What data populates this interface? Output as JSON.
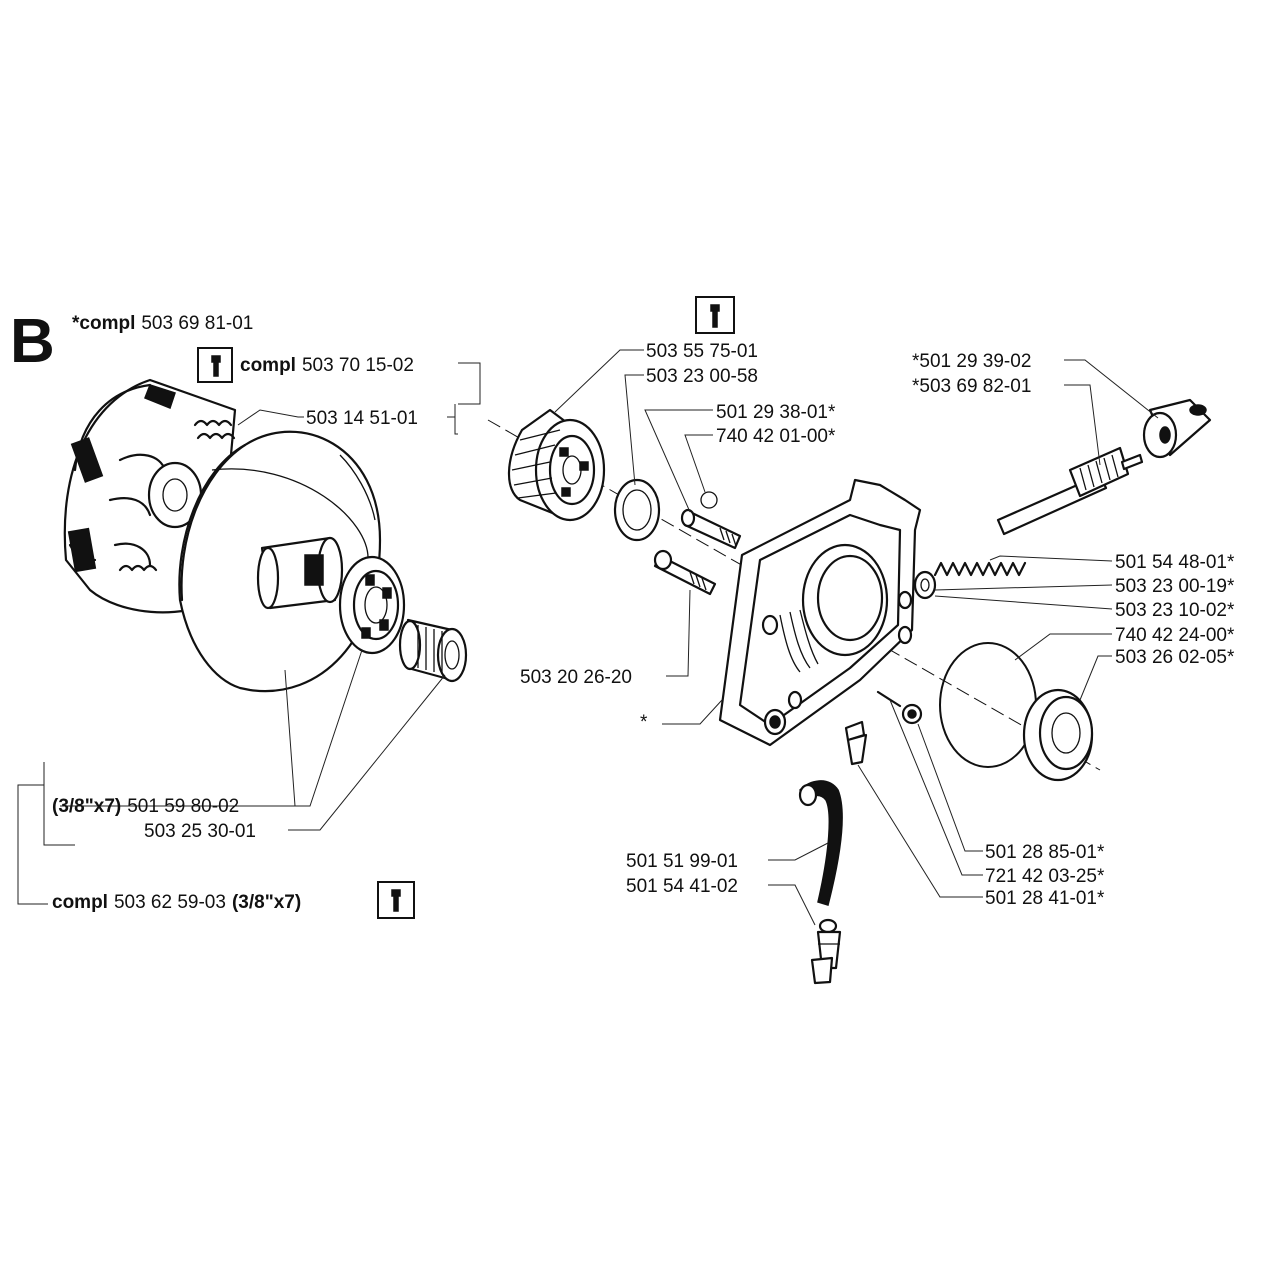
{
  "section_letter": "B",
  "clutch": {
    "kit_prefix": "*compl",
    "kit_part": "503 69 81-01",
    "tool_prefix": "compl",
    "tool_part": "503 70 15-02",
    "spring": "503 14 51-01",
    "drum_blank": "",
    "sprocket_spec": "(3/8\"x7)",
    "sprocket": "501 59 80-02",
    "bearing": "503 25 30-01",
    "rim_blank": "",
    "drum_kit_prefix": "compl",
    "drum_kit_part": "503 62 59-03",
    "drum_kit_spec": "(3/8\"x7)"
  },
  "oil_pump": {
    "worm_gear": "503 55 75-01",
    "washer": "503 23 00-58",
    "screw_a": "501 29 38-01*",
    "oring_small": "740 42 01-00*",
    "screw_b": "503 20 26-20",
    "housing_mark": "*",
    "pump_cap": "*501 29 39-02",
    "pump_piston": "*503 69 82-01",
    "spring": "501 54 48-01*",
    "washer_b": "503 23 00-19*",
    "washer_c": "503 23 10-02*",
    "oring_large": "740  42 24-00*",
    "seal": "503 26 02-05*",
    "plug": "501 28 85-01*",
    "pin": "721 42 03-25*",
    "nipple": "501 28 41-01*",
    "hose": "501 51 99-01",
    "filter": "501 54 41-02"
  }
}
